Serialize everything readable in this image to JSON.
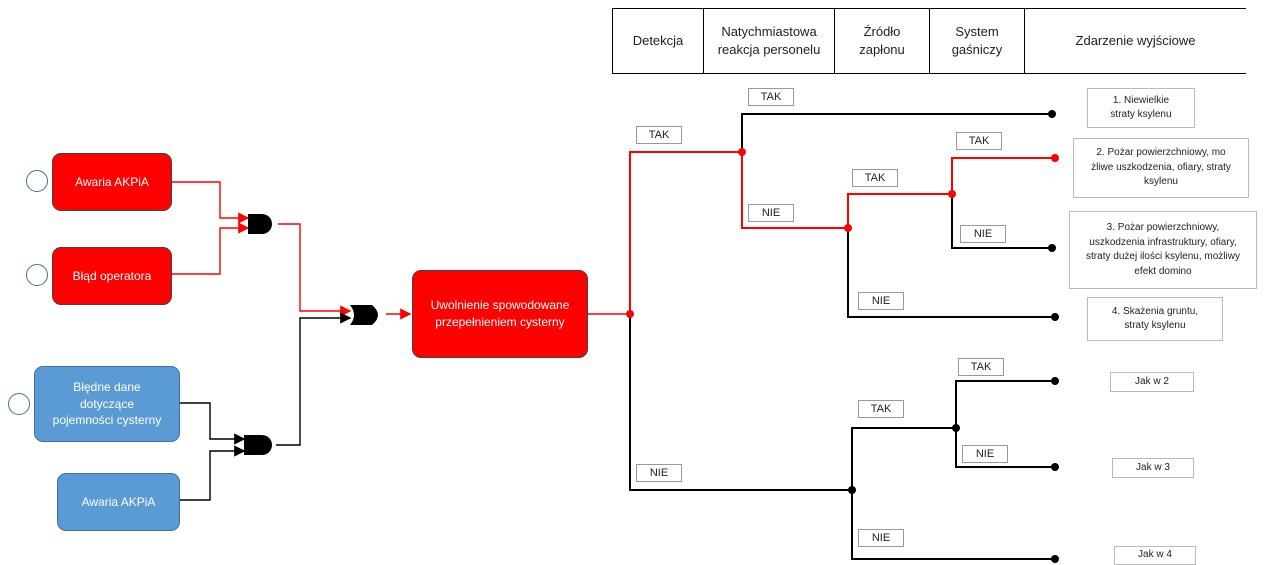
{
  "colors": {
    "active": "#ff0000",
    "inactive": "#000000",
    "blue_event": "#5b9bd5",
    "red_event": "#ff0000"
  },
  "header": {
    "columns": [
      "Detekcja",
      "Natychmiastowa\nreakcja personelu",
      "Źródło\nzapłonu",
      "System\ngaśniczy",
      "Zdarzenie wyjściowe"
    ]
  },
  "fault_tree": {
    "basic_events": [
      {
        "label": "Awaria AKPiA",
        "color": "red"
      },
      {
        "label": "Błąd operatora",
        "color": "red"
      },
      {
        "label": "Błędne dane\ndotyczące\npojemności cysterny",
        "color": "blue"
      },
      {
        "label": "Awaria AKPiA",
        "color": "blue"
      }
    ],
    "top_event": "Uwolnienie spowodowane\nprzepełnieniem cysterny"
  },
  "branch_labels": {
    "tak": "TAK",
    "nie": "NIE"
  },
  "outcomes": [
    "1. Niewielkie\nstraty ksylenu",
    "2. Pożar powierzchniowy, mo\nżliwe uszkodzenia, ofiary, straty\nksylenu",
    "3. Pożar powierzchniowy,\nuszkodzenia infrastruktury, ofiary,\nstraty dużej ilości ksylenu, możliwy\nefekt domino",
    "4. Skażenia gruntu,\nstraty ksylenu",
    "Jak w 2",
    "Jak w 3",
    "Jak w 4"
  ]
}
